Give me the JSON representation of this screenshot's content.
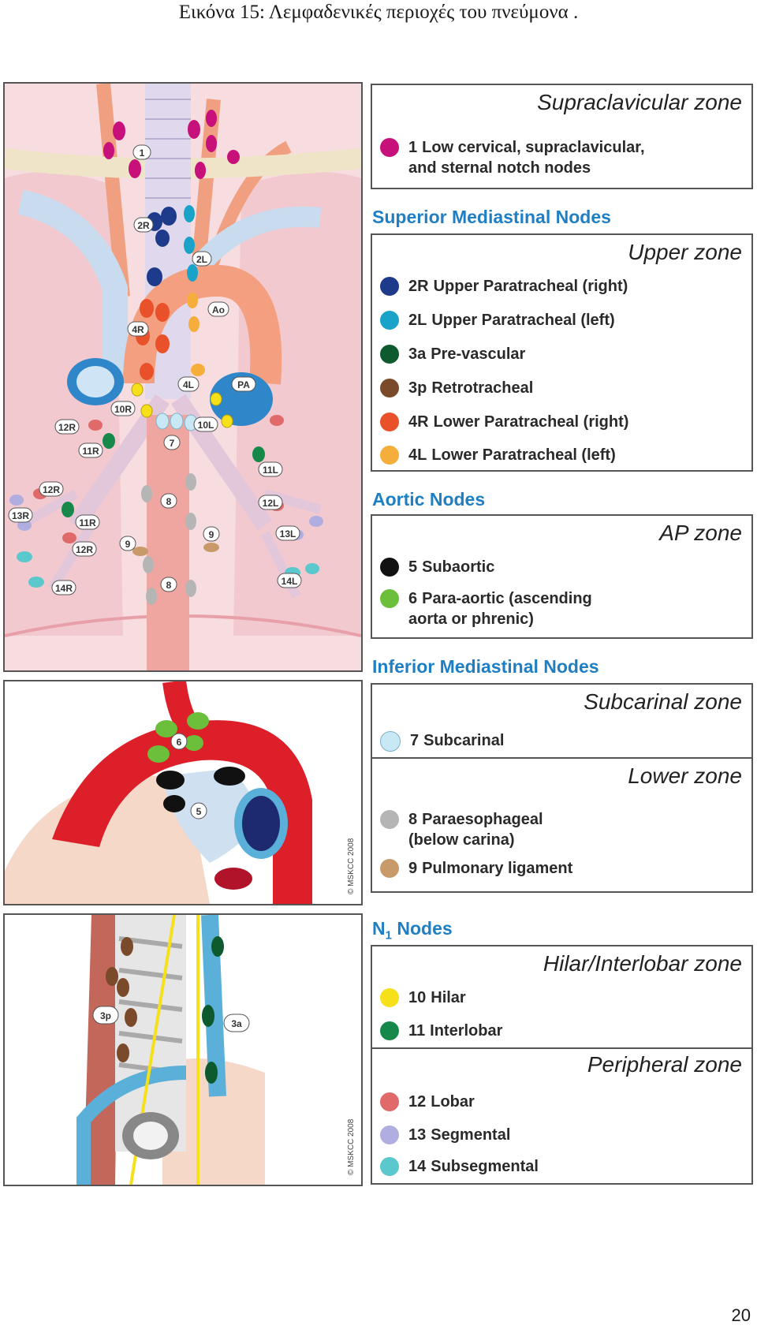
{
  "caption": "Εικόνα 15: Λεμφαδενικές περιοχές του πνεύμονα .",
  "page_number": "20",
  "colors": {
    "n1": "#c8107a",
    "n2R": "#1e3a8a",
    "n2L": "#1aa3c8",
    "n3a": "#0c5a2e",
    "n3p": "#7a4a2a",
    "n4R": "#e8512a",
    "n4L": "#f5ae3c",
    "n5": "#111111",
    "n6": "#6cbf3a",
    "n7": "#c8e8f5",
    "n8": "#b5b5b5",
    "n9": "#c89a6a",
    "n10": "#f5e01a",
    "n11": "#16884a",
    "n12": "#e06a6a",
    "n13": "#b0aee0",
    "n14": "#5ac8cc",
    "heading": "#1f7fc4"
  },
  "illustrations": {
    "copyright_1": "© MSKCC 2008",
    "copyright_2": "© MSKCC 2008",
    "panel1_labels": [
      "1",
      "2R",
      "2L",
      "Ao",
      "4R",
      "4L",
      "PA",
      "10R",
      "10L",
      "7",
      "12R",
      "11R",
      "11L",
      "12R",
      "13R",
      "11R",
      "12R",
      "12L",
      "13L",
      "14R",
      "14L",
      "8",
      "9",
      "9",
      "8"
    ],
    "panel2_labels": [
      "6",
      "5"
    ],
    "panel3_labels": [
      "3p",
      "3a"
    ]
  },
  "legend": {
    "supraclavicular": {
      "zone": "Supraclavicular zone",
      "entries": [
        {
          "code": "1",
          "label": "Low cervical, supraclavicular,",
          "label2": "and sternal notch nodes",
          "color": "#c8107a"
        }
      ]
    },
    "superior_mediastinal": {
      "title": "Superior Mediastinal Nodes",
      "zone": "Upper zone",
      "entries": [
        {
          "code": "2R",
          "label": "Upper Paratracheal (right)",
          "color": "#1e3a8a"
        },
        {
          "code": "2L",
          "label": "Upper Paratracheal (left)",
          "color": "#1aa3c8"
        },
        {
          "code": "3a",
          "label": "Pre-vascular",
          "color": "#0c5a2e"
        },
        {
          "code": "3p",
          "label": "Retrotracheal",
          "color": "#7a4a2a"
        },
        {
          "code": "4R",
          "label": "Lower Paratracheal (right)",
          "color": "#e8512a"
        },
        {
          "code": "4L",
          "label": "Lower Paratracheal (left)",
          "color": "#f5ae3c"
        }
      ]
    },
    "aortic": {
      "title": "Aortic Nodes",
      "zone": "AP zone",
      "entries": [
        {
          "code": "5",
          "label": "Subaortic",
          "color": "#111111"
        },
        {
          "code": "6",
          "label": "Para-aortic (ascending",
          "label2": "aorta or phrenic)",
          "color": "#6cbf3a"
        }
      ]
    },
    "inferior_mediastinal": {
      "title": "Inferior Mediastinal Nodes",
      "zone_subcarinal": "Subcarinal zone",
      "subcarinal_entries": [
        {
          "code": "7",
          "label": "Subcarinal",
          "color": "#c8e8f5"
        }
      ],
      "zone_lower": "Lower zone",
      "lower_entries": [
        {
          "code": "8",
          "label": "Paraesophageal",
          "label2": "(below carina)",
          "color": "#b5b5b5"
        },
        {
          "code": "9",
          "label": "Pulmonary ligament",
          "color": "#c89a6a"
        }
      ]
    },
    "n1": {
      "title": "N",
      "title_sub": "1",
      "title_rest": " Nodes",
      "zone_hilar": "Hilar/Interlobar zone",
      "hilar_entries": [
        {
          "code": "10",
          "label": "Hilar",
          "color": "#f5e01a"
        },
        {
          "code": "11",
          "label": "Interlobar",
          "color": "#16884a"
        }
      ],
      "zone_peripheral": "Peripheral zone",
      "peripheral_entries": [
        {
          "code": "12",
          "label": "Lobar",
          "color": "#e06a6a"
        },
        {
          "code": "13",
          "label": "Segmental",
          "color": "#b0aee0"
        },
        {
          "code": "14",
          "label": "Subsegmental",
          "color": "#5ac8cc"
        }
      ]
    }
  }
}
